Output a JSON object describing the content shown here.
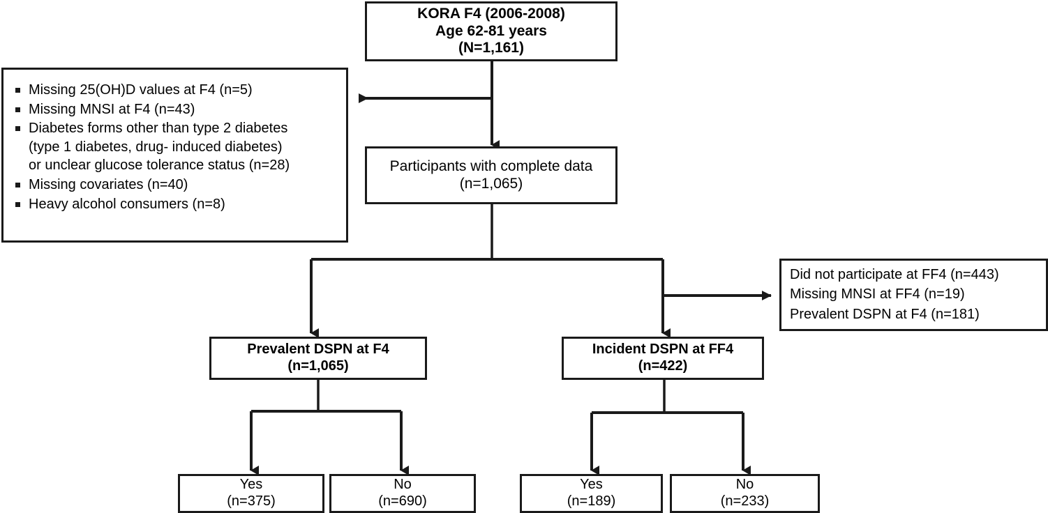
{
  "diagram": {
    "title": "KORA F4 study participant flow",
    "line_color": "#1a1a1a",
    "background": "#ffffff"
  },
  "nodes": {
    "source": {
      "lines": [
        "KORA F4 (2006-2008)",
        "Age 62-81 years",
        "(N=1,161)"
      ]
    },
    "excluded_f4": {
      "items": [
        {
          "lines": [
            "Missing 25(OH)D values at F4 (n=5)"
          ]
        },
        {
          "lines": [
            "Missing MNSI at F4 (n=43)"
          ]
        },
        {
          "lines": [
            "Diabetes forms other than type 2 diabetes",
            "(type 1 diabetes, drug- induced diabetes)",
            "or unclear glucose tolerance status (n=28)"
          ]
        },
        {
          "lines": [
            "Missing covariates (n=40)"
          ]
        },
        {
          "lines": [
            "Heavy alcohol consumers (n=8)"
          ]
        }
      ]
    },
    "complete": {
      "lines": [
        "Participants with complete data",
        "(n=1,065)"
      ]
    },
    "excluded_ff4": {
      "items": [
        "Did not participate at FF4 (n=443)",
        "Missing MNSI at FF4 (n=19)",
        "Prevalent DSPN at F4 (n=181)"
      ]
    },
    "prevalent": {
      "lines": [
        "Prevalent DSPN at F4",
        "(n=1,065)"
      ]
    },
    "incident": {
      "lines": [
        "Incident DSPN at FF4",
        "(n=422)"
      ]
    },
    "prevalent_yes": {
      "lines": [
        "Yes",
        "(n=375)"
      ]
    },
    "prevalent_no": {
      "lines": [
        "No",
        "(n=690)"
      ]
    },
    "incident_yes": {
      "lines": [
        "Yes",
        "(n=189)"
      ]
    },
    "incident_no": {
      "lines": [
        "No",
        "(n=233)"
      ]
    }
  },
  "counts": {
    "total_screened": 1161,
    "complete_data": 1065,
    "prevalent_dspn_analysis": 1065,
    "incident_dspn_analysis": 422,
    "prevalent_yes": 375,
    "prevalent_no": 690,
    "incident_yes": 189,
    "incident_no": 233,
    "excluded_f4": [
      5,
      43,
      28,
      40,
      8
    ],
    "excluded_ff4": [
      443,
      19,
      181
    ]
  }
}
